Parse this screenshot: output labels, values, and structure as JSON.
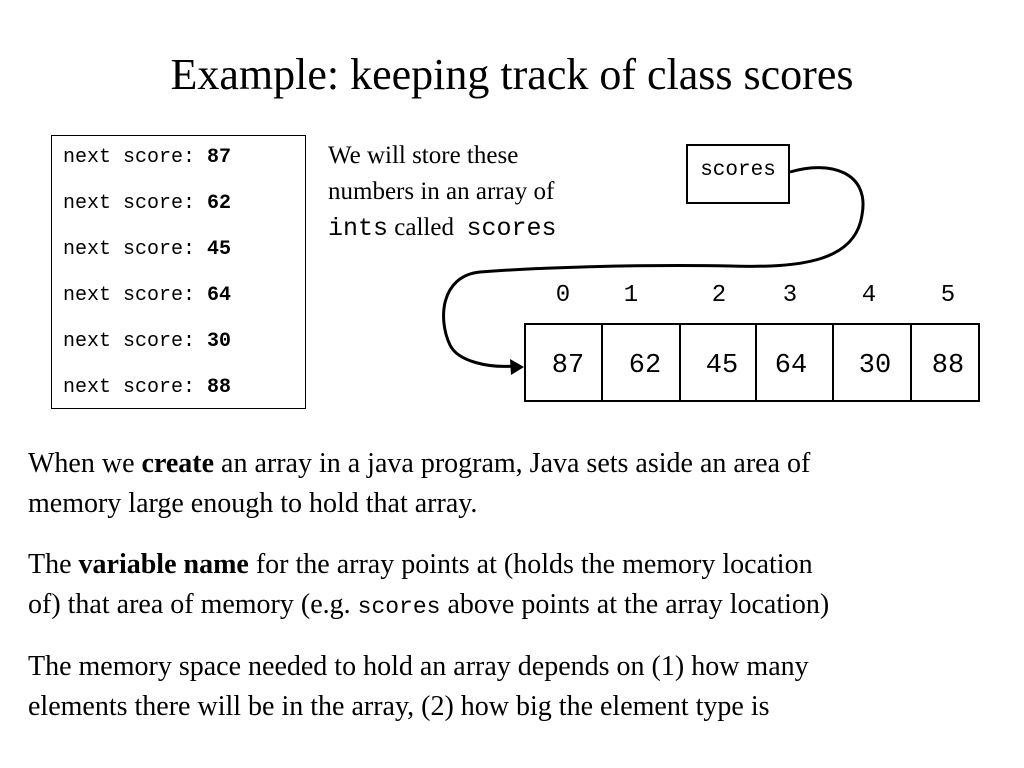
{
  "title": "Example: keeping track of class scores",
  "score_prompt": "next score:",
  "scores": [
    "87",
    "62",
    "45",
    "64",
    "30",
    "88"
  ],
  "note": {
    "line1": "We will store these",
    "line2": "numbers in an array of",
    "ints": "ints",
    "called": "called",
    "var": "scores"
  },
  "variable_box_label": "scores",
  "array_indices": [
    "0",
    "1",
    "2",
    "3",
    "4",
    "5"
  ],
  "array_values": [
    "87",
    "62",
    "45",
    "64",
    "30",
    "88"
  ],
  "paragraphs": {
    "p1": {
      "a": "When we ",
      "bold": "create",
      "b": " an array in a java program, Java sets aside an area of",
      "line2": "memory large enough to hold that array."
    },
    "p2": {
      "a": "The ",
      "bold": "variable name",
      "b": " for the array points at (holds the memory location",
      "line2_a": "of) that area of memory (e.g. ",
      "code": "scores",
      "line2_b": " above points at the array location)"
    },
    "p3": {
      "line1": "The memory space needed to hold an array depends on (1) how many",
      "line2": "elements there will be in the array, (2) how big the element type is"
    }
  }
}
